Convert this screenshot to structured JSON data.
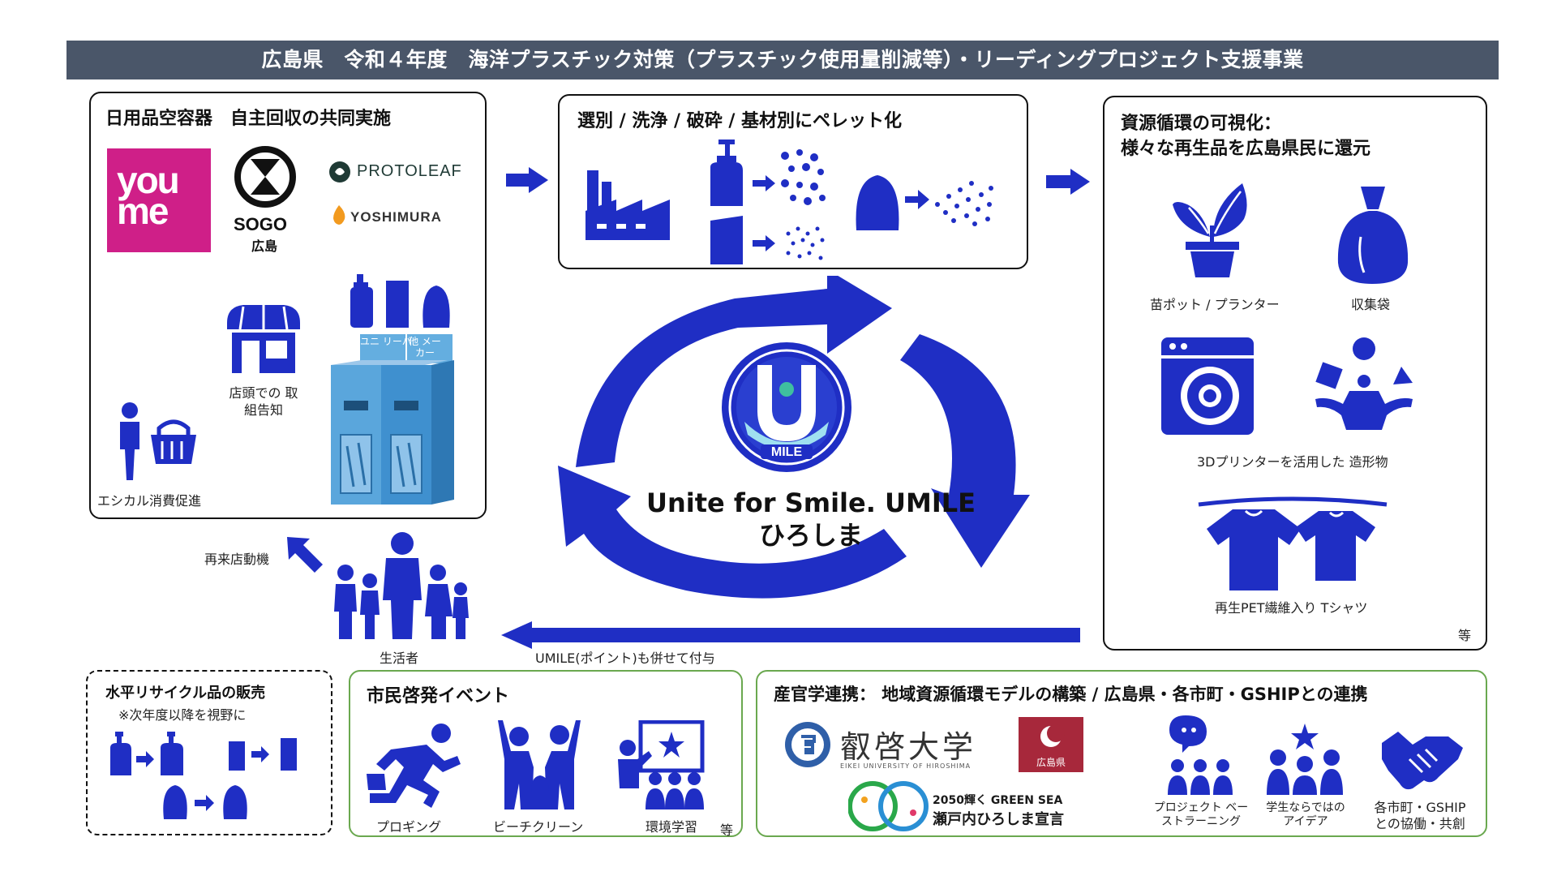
{
  "title": "広島県　令和４年度　海洋プラスチック対策（プラスチック使用量削減等）・リーディングプロジェクト支援事業",
  "colors": {
    "accent": "#1f2ec4",
    "title_bg": "#4a5669",
    "youme": "#cf1f88",
    "green_border": "#6aa84f",
    "pref_red": "#a7283b"
  },
  "collect": {
    "title": "日用品空容器　自主回収の共同実施",
    "logos": {
      "youme": "you me",
      "sogo": "SOGO",
      "sogo_sub": "広島",
      "protoleaf": "PROTOLEAF",
      "yoshimura": "YOSHIMURA"
    },
    "bin_labels": [
      "ユニ リーバ",
      "他 メーカー"
    ],
    "store_label": "店頭での 取組告知",
    "ethical_label": "エシカル消費促進"
  },
  "process": {
    "title": "選別 / 洗浄 / 破砕 / 基材別にペレット化"
  },
  "visual": {
    "title_line1": "資源循環の可視化：",
    "title_line2": "様々な再生品を広島県民に還元",
    "items": [
      "苗ポット / プランター",
      "収集袋",
      "3Dプリンターを活用した 造形物",
      "再生PET繊維入り Tシャツ"
    ],
    "etc": "等"
  },
  "center": {
    "line1": "Unite for Smile. UMILE",
    "line2": "ひろしま",
    "logo_text": "MILE"
  },
  "consumer": {
    "label": "生活者",
    "revisit": "再来店動機",
    "points": "UMILE(ポイント)も併せて付与"
  },
  "horizontal": {
    "title": "水平リサイクル品の販売",
    "note": "※次年度以降を視野に"
  },
  "event": {
    "title": "市民啓発イベント",
    "items": [
      "プロギング",
      "ビーチクリーン",
      "環境学習"
    ],
    "etc": "等"
  },
  "industry": {
    "title": "産官学連携：  地域資源循環モデルの構築  /  広島県・各市町・GSHIPとの連携",
    "university": "叡啓大学",
    "university_en": "EIKEI UNIVERSITY OF HIROSHIMA",
    "pref": "広島県",
    "greensea_line1": "2050輝く GREEN SEA",
    "greensea_line2": "瀬戸内ひろしま宣言",
    "items": [
      "プロジェクト ベーストラーニング",
      "学生ならではの アイデア",
      "各市町・GSHIP との協働・共創"
    ]
  }
}
